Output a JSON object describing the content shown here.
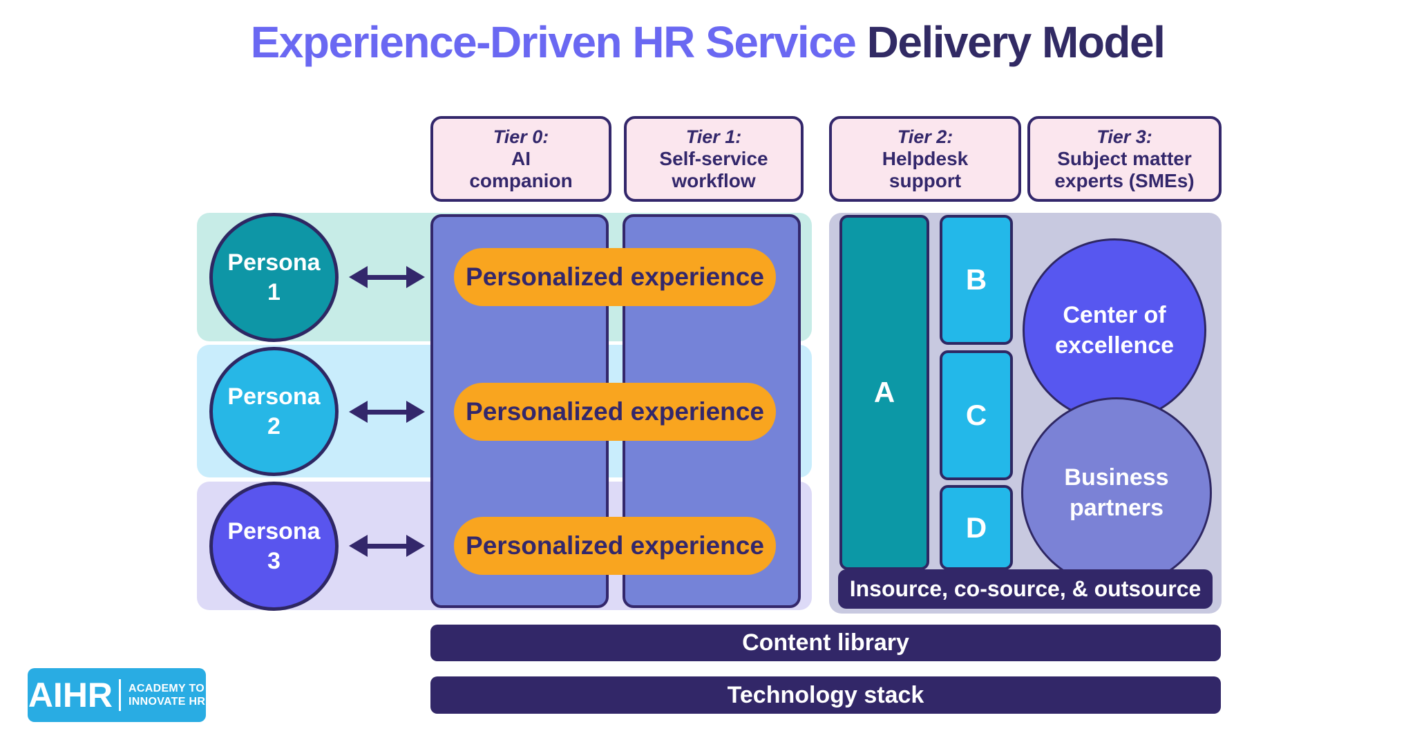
{
  "title": {
    "accent": "Experience-Driven HR Service",
    "rest": " Delivery Model"
  },
  "tier_headers": [
    {
      "label": "Tier 0:",
      "name": "AI\ncompanion"
    },
    {
      "label": "Tier 1:",
      "name": "Self-service\nworkflow"
    },
    {
      "label": "Tier 2:",
      "name": "Helpdesk\nsupport"
    },
    {
      "label": "Tier 3:",
      "name": "Subject matter\nexperts (SMEs)"
    }
  ],
  "personas": [
    {
      "name": "Persona\n1"
    },
    {
      "name": "Persona\n2"
    },
    {
      "name": "Persona\n3"
    }
  ],
  "pills": [
    "Personalized experience",
    "Personalized experience",
    "Personalized experience"
  ],
  "helpdesk_boxes": [
    "A",
    "B",
    "C",
    "D"
  ],
  "sme_circles": {
    "center_of_excellence": "Center of\nexcellence",
    "business_partners": "Business\npartners"
  },
  "bars": {
    "insource": "Insource, co-source, & outsource",
    "content_library": "Content library",
    "technology_stack": "Technology stack"
  },
  "logo": {
    "brand": "AIHR",
    "tagline": "ACADEMY TO\nINNOVATE HR"
  },
  "colors": {
    "title_accent": "#6A68F2",
    "title_dark": "#312A64",
    "tier_header_bg": "#FBE6EE",
    "dark_purple": "#33276B",
    "row1_bg": "#C7ECE7",
    "row2_bg": "#C9EDFC",
    "row3_bg": "#DDDAF7",
    "persona1": "#0E96A6",
    "persona2": "#27B7E6",
    "persona3": "#5955EE",
    "tier_column": "#7583D8",
    "pill_orange": "#F9A51F",
    "tier23_panel": "#C8C9E0",
    "box_a_teal": "#0C98A6",
    "box_bcd_cyan": "#23B8E9",
    "center_of_excellence": "#5757F0",
    "business_partners": "#7B82D6",
    "navy_bar": "#322768",
    "logo_bg": "#29ACE3"
  }
}
